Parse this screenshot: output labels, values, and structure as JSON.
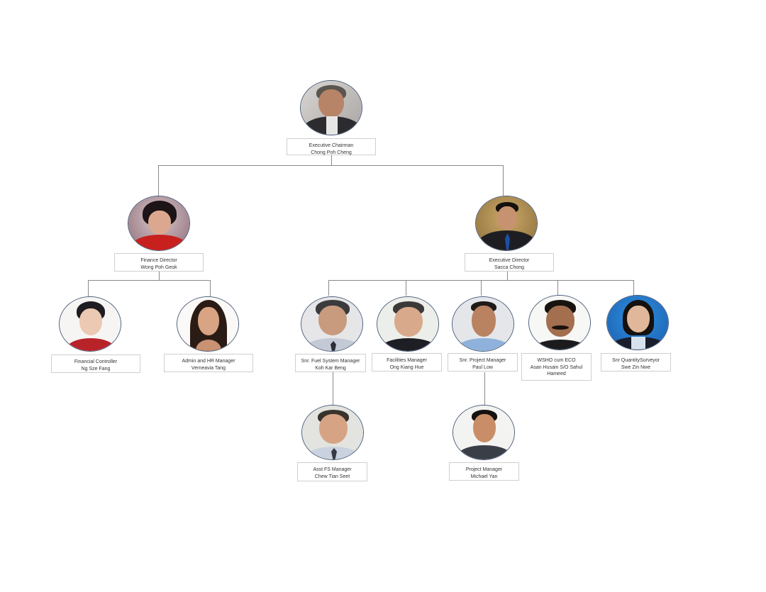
{
  "chart": {
    "colors": {
      "connector": "#8a8a8a",
      "photo_border": "#4a5d7a",
      "label_border": "#cfcfcf",
      "text": "#333333"
    },
    "root": {
      "title": "Executive Chairman",
      "name": "Chong Poh Cheng",
      "photo": "portrait-older-man-dark-suit"
    },
    "level2": [
      {
        "title": "Finance Director",
        "name": "Wong Poh Geok",
        "photo": "portrait-woman-red-jacket",
        "reports": [
          {
            "title": "Financial Controller",
            "name": "Ng Sze Fang",
            "photo": "portrait-woman-red-shirt"
          },
          {
            "title": "Admin and HR Manager",
            "name": "Verneavia Tang",
            "photo": "portrait-woman-long-hair"
          }
        ]
      },
      {
        "title": "Executive Director",
        "name": "Sacca Chong",
        "photo": "portrait-man-suit-blue-tie",
        "reports": [
          {
            "title": "Snr. Fuel System Manager",
            "name": "Koh Kar Beng",
            "photo": "portrait-man-tie",
            "reports": [
              {
                "title": "Asst FS Manager",
                "name": "Chew Tian Seet",
                "photo": "portrait-man-shirt-tie"
              }
            ]
          },
          {
            "title": "Facilities Manager",
            "name": "Ong Kiang Hue",
            "photo": "portrait-man-dark-shirt"
          },
          {
            "title": "Snr. Project Manager",
            "name": "Paul Low",
            "photo": "portrait-man-blue-shirt",
            "reports": [
              {
                "title": "Project Manager",
                "name": "Michael Yan",
                "photo": "portrait-man-dark-shirt"
              }
            ]
          },
          {
            "title": "WSHO cum ECO",
            "name": "Asan Husain S/O Sahul Hameed",
            "name_line1": "Asan Husain S/O Sahul",
            "name_line2": "Hameed",
            "photo": "portrait-man-mustache"
          },
          {
            "title": "Snr QuantitySurveyor",
            "name": "Swe Zin Nwe",
            "photo": "portrait-woman-blue-background"
          }
        ]
      }
    ]
  }
}
